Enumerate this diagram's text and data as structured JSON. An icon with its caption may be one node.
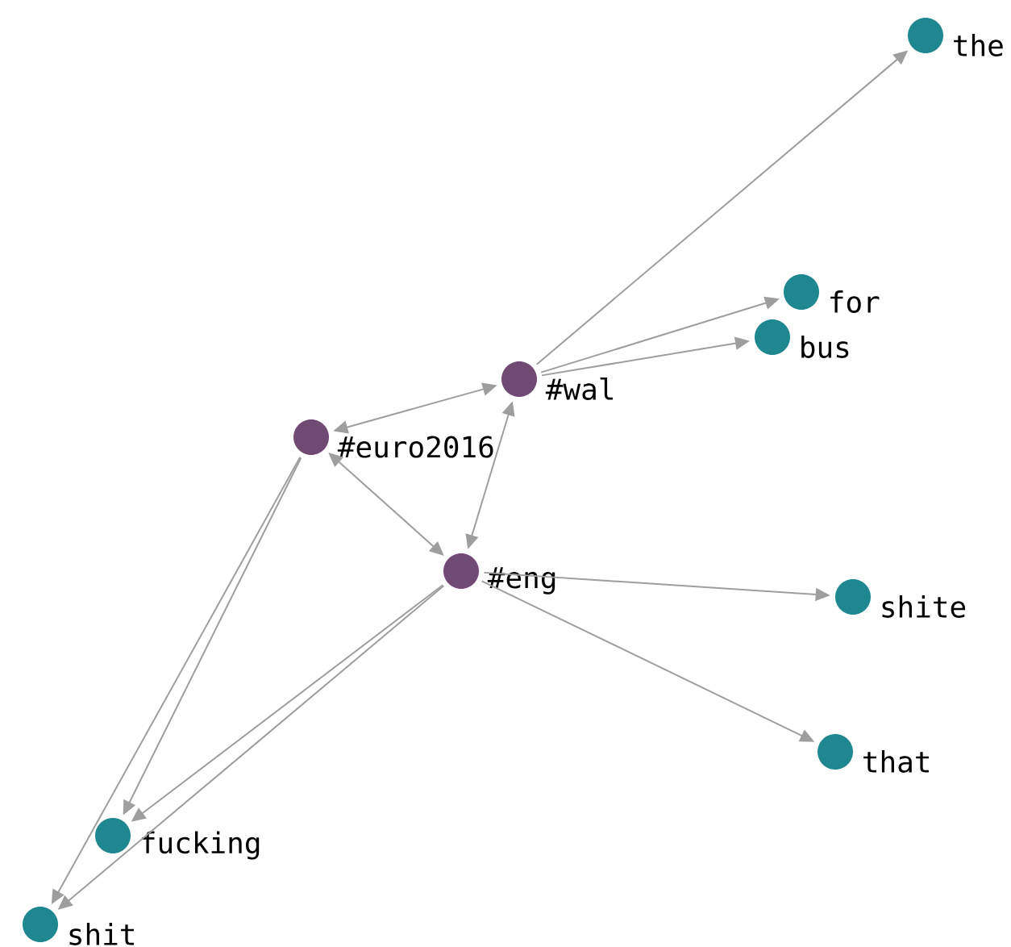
{
  "diagram": {
    "nodes": [
      {
        "text": [
          "the"
        ]
      },
      {
        "text": [
          "for"
        ]
      },
      {
        "text": [
          "bus"
        ]
      },
      {
        "text": [
          "#wal"
        ]
      },
      {
        "text": [
          "#euro2016"
        ]
      },
      {
        "text": [
          "#eng"
        ]
      },
      {
        "text": [
          "shite"
        ]
      },
      {
        "text": [
          "that"
        ]
      },
      {
        "text": [
          "fucking"
        ]
      },
      {
        "text": [
          "shit"
        ]
      }
    ],
    "edges": [
      {
        "from": 3,
        "to": 0,
        "arrow": "to"
      },
      {
        "from": 3,
        "to": 1,
        "arrow": "to"
      },
      {
        "from": 3,
        "to": 2,
        "arrow": "to"
      },
      {
        "from": 4,
        "to": 3,
        "arrow": "both"
      },
      {
        "from": 4,
        "to": 5,
        "arrow": "both"
      },
      {
        "from": 3,
        "to": 5,
        "arrow": "both"
      },
      {
        "from": 4,
        "to": 8,
        "arrow": "to"
      },
      {
        "from": 4,
        "to": 9,
        "arrow": "to"
      },
      {
        "from": 5,
        "to": 8,
        "arrow": "to"
      },
      {
        "from": 5,
        "to": 9,
        "arrow": "to"
      },
      {
        "from": 5,
        "to": 6,
        "arrow": "to"
      },
      {
        "from": 5,
        "to": 7,
        "arrow": "to"
      }
    ]
  }
}
